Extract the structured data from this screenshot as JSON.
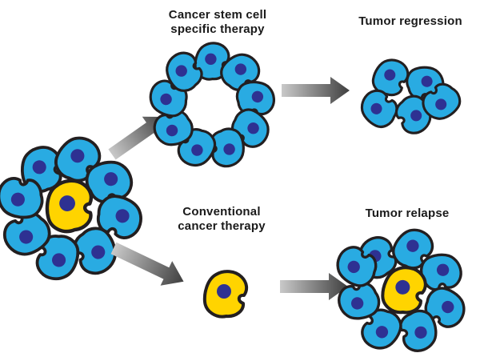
{
  "diagram": {
    "labels": {
      "top_therapy_line1": "Cancer stem cell",
      "top_therapy_line2": "specific therapy",
      "top_outcome": "Tumor regression",
      "bottom_therapy_line1": "Conventional",
      "bottom_therapy_line2": "cancer therapy",
      "bottom_outcome": "Tumor relapse"
    },
    "colors": {
      "cell_body": "#29ABE2",
      "stem_cell_body": "#FFD400",
      "nucleus": "#2E3192",
      "outline": "#231F20",
      "arrow_start": "#C9C9C9",
      "arrow_end": "#3F3F3F",
      "label_text": "#1A1A1A",
      "background": "#FFFFFF"
    }
  }
}
